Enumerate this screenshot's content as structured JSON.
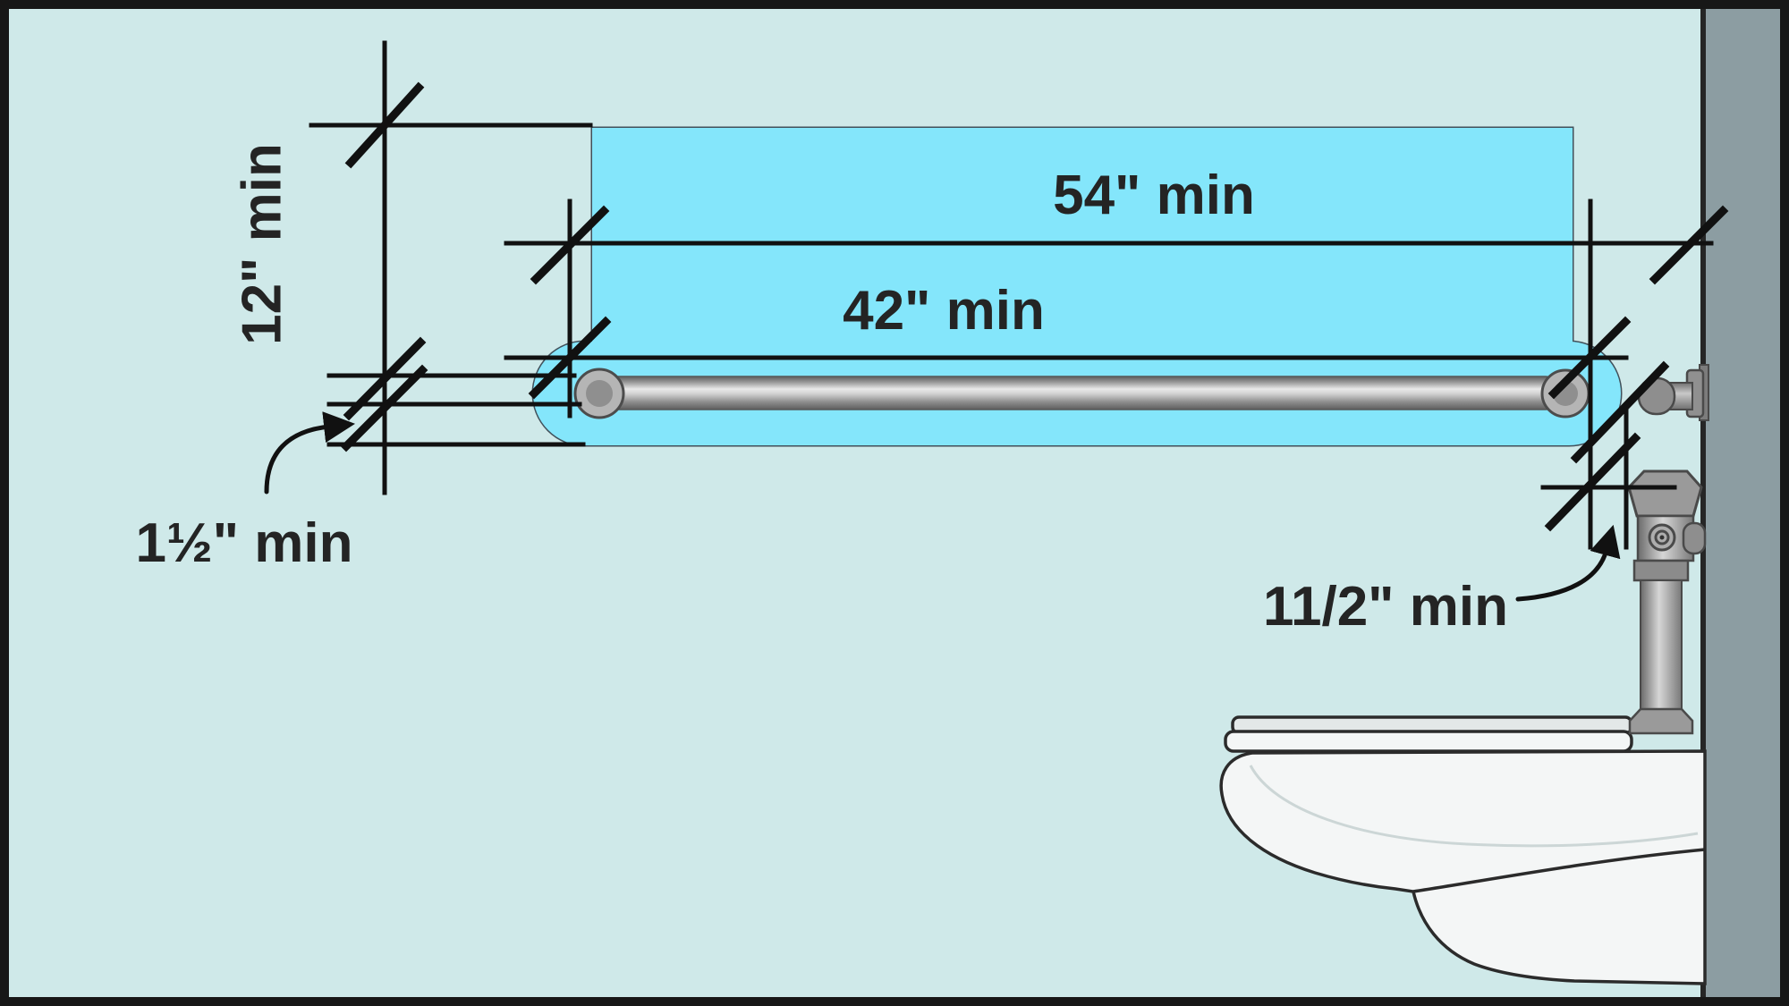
{
  "title": "Grab bar clearance diagram (side wall at water closet)",
  "labels": {
    "top_span": "54\" min",
    "bar_length": "42\" min",
    "above_bar": "12\" min",
    "below_bar": "1½\" min",
    "valve_gap": "11/2\" min"
  },
  "colors": {
    "background": "#cfe9e9",
    "highlight_zone": "#84e6fb",
    "zone_outline": "#41505a",
    "wall": "#8c9da2",
    "line": "#111111",
    "fixture_white": "#f4f6f6",
    "seat_gray": "#e3e8e8",
    "metal": "#9a9a9a",
    "text": "#242424",
    "border": "#171717"
  },
  "scene": {
    "rear_wall": "rear wall",
    "clearance_zone": "grab-bar clearance zone",
    "grab_bar": "side-wall grab bar",
    "flush_valve": "flushometer valve",
    "flush_handle": "flush handle",
    "toilet": "wall-hung toilet side view"
  }
}
